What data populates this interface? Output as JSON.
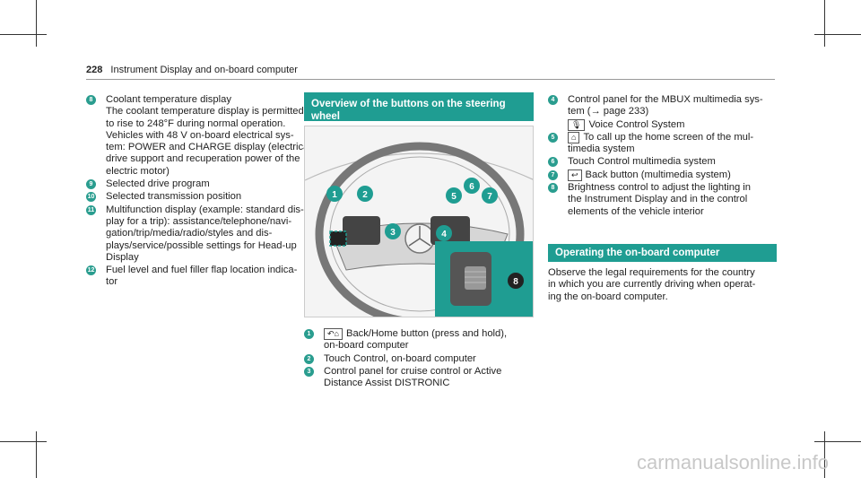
{
  "header": {
    "page_number": "228",
    "title": "Instrument Display and on-board computer"
  },
  "left_list": [
    {
      "num": "8",
      "lines": [
        "Coolant temperature display",
        "The coolant temperature display is permitted",
        "to rise to 248°F during normal operation.",
        "Vehicles with 48 V on-board electrical sys-",
        "tem: POWER and CHARGE display (electrical",
        "drive support and recuperation power of the",
        "electric motor)"
      ]
    },
    {
      "num": "9",
      "lines": [
        "Selected drive program"
      ]
    },
    {
      "num": "10",
      "lines": [
        "Selected transmission position"
      ]
    },
    {
      "num": "11",
      "lines": [
        "Multifunction display (example: standard dis-",
        "play for a trip): assistance/telephone/navi-",
        "gation/trip/media/radio/styles and dis-",
        "plays/service/possible settings for Head-up",
        "Display"
      ]
    },
    {
      "num": "12",
      "lines": [
        "Fuel level and fuel filler flap location indica-",
        "tor"
      ]
    }
  ],
  "mid_section": {
    "heading_line1": "Overview of the buttons on the steering",
    "heading_line2": "wheel",
    "items": [
      {
        "num": "1",
        "glyph": "↶⌂",
        "lines": [
          "Back/Home button (press and hold),",
          "on-board computer"
        ]
      },
      {
        "num": "2",
        "glyph": "",
        "lines": [
          "Touch Control, on-board computer"
        ]
      },
      {
        "num": "3",
        "glyph": "",
        "lines": [
          "Control panel for cruise control or Active",
          "Distance Assist DISTRONIC"
        ]
      }
    ]
  },
  "right_list": [
    {
      "num": "4",
      "glyph": "",
      "lines": [
        "Control panel for the MBUX multimedia sys-",
        "tem (→ page 233)"
      ]
    },
    {
      "num": "",
      "glyph": "🎙",
      "lines": [
        "Voice Control System"
      ]
    },
    {
      "num": "5",
      "glyph": "⌂",
      "lines": [
        "To call up the home screen of the mul-",
        "timedia system"
      ]
    },
    {
      "num": "6",
      "glyph": "",
      "lines": [
        "Touch Control multimedia system"
      ]
    },
    {
      "num": "7",
      "glyph": "↩",
      "lines": [
        "Back button (multimedia system)"
      ]
    },
    {
      "num": "8",
      "glyph": "",
      "lines": [
        "Brightness control to adjust the lighting in",
        "the Instrument Display and in the control",
        "elements of the vehicle interior"
      ]
    }
  ],
  "right_section": {
    "heading": "Operating the on-board computer",
    "para_lines": [
      "Observe the legal requirements for the country",
      "in which you are currently driving when operat-",
      "ing the on-board computer."
    ]
  },
  "figure_labels": [
    "1",
    "2",
    "3",
    "4",
    "5",
    "6",
    "7",
    "8"
  ],
  "watermark": "carmanualsonline.info",
  "colors": {
    "accent": "#1f9d92",
    "badge": "#2a9d8f"
  }
}
